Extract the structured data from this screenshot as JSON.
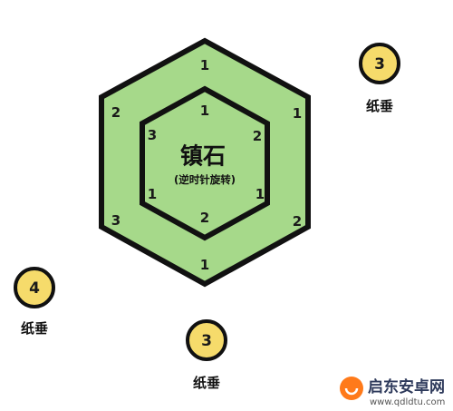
{
  "center": {
    "title": "镇石",
    "subtitle": "(逆时针旋转)"
  },
  "outer_ring": {
    "top": "1",
    "upper_right": "1",
    "lower_right": "2",
    "bottom": "1",
    "lower_left": "3",
    "upper_left": "2"
  },
  "inner_ring": {
    "top": "1",
    "upper_right": "2",
    "lower_right": "1",
    "bottom": "2",
    "lower_left": "1",
    "upper_left": "3"
  },
  "paper_weights": [
    {
      "value": "3",
      "label": "纸垂"
    },
    {
      "value": "4",
      "label": "纸垂"
    },
    {
      "value": "3",
      "label": "纸垂"
    }
  ],
  "watermark": {
    "name": "启东安卓网",
    "url": "www.qdldtu.com"
  },
  "colors": {
    "hex_fill": "#a6d98a",
    "hex_stroke": "#111111",
    "circle_fill": "#f6db6b",
    "circle_stroke": "#111111"
  }
}
